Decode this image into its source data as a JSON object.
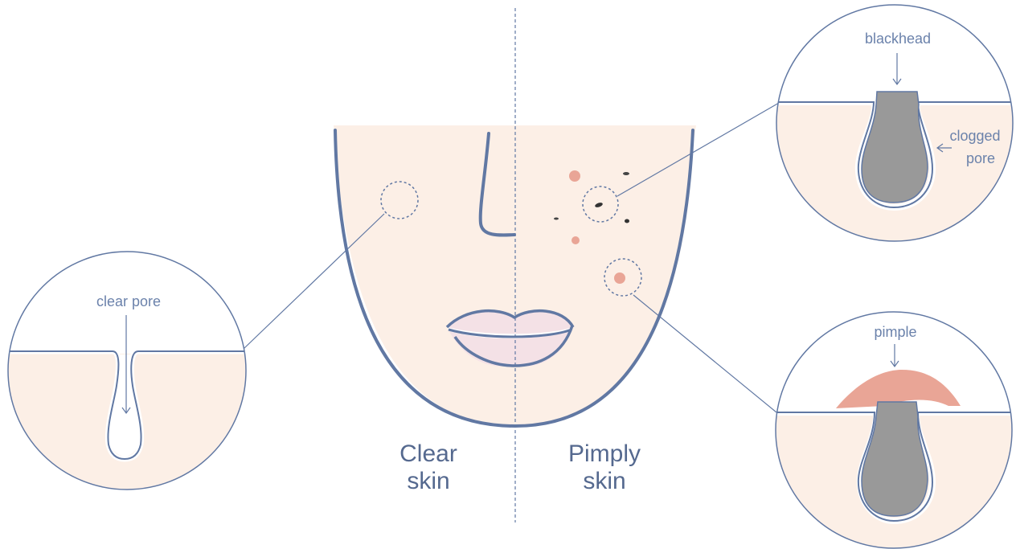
{
  "labels": {
    "clear_skin_line1": "Clear",
    "clear_skin_line2": "skin",
    "pimply_skin_line1": "Pimply",
    "pimply_skin_line2": "skin",
    "clear_pore": "clear pore",
    "blackhead": "blackhead",
    "clogged_pore_line1": "clogged",
    "clogged_pore_line2": "pore",
    "pimple": "pimple"
  },
  "colors": {
    "skin": "#fcefe6",
    "outline": "#6178a3",
    "plug": "#999999",
    "pimple": "#e9a596",
    "lips": "#f4e1e6"
  }
}
